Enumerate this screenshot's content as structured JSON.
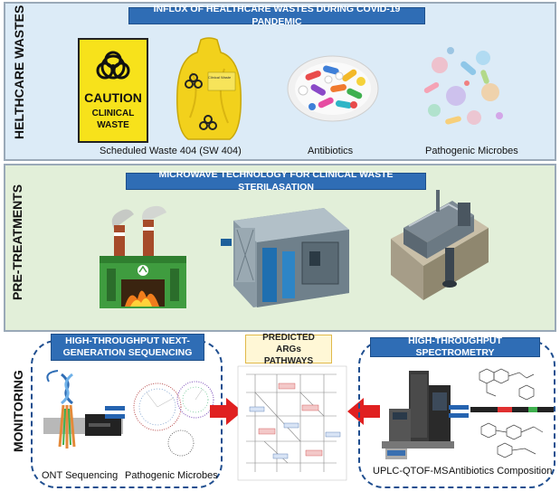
{
  "healthcare": {
    "side_label": "HELTHCARE WASTES",
    "banner": "INFLUX OF HEALTHCARE WASTES DURING COVID-19 PANDEMIC",
    "caution_title": "CAUTION",
    "caution_sub1": "CLINICAL",
    "caution_sub2": "WASTE",
    "bag_text": "Clinical Waste",
    "captions": {
      "waste": "Scheduled Waste 404 (SW 404)",
      "antibiotics": "Antibiotics",
      "microbes": "Pathogenic Microbes"
    }
  },
  "pretreatment": {
    "side_label": "PRE-TREATMENTS",
    "banner": "MICROWAVE TECHNOLOGY FOR CLINICAL WASTE STERILASATION"
  },
  "monitoring": {
    "side_label": "MONITORING",
    "ngs_banner": "HIGH-THROUGHPUT NEXT-GENERATION SEQUENCING",
    "predicted_box": "PREDICTED ARGs PATHWAYS",
    "spectro_banner": "HIGH-THROUGHPUT SPECTROMETRY",
    "captions": {
      "ont": "ONT Sequencing",
      "microbes": "Pathogenic Microbes",
      "uplc": "UPLC-QTOF-MS",
      "composition": "Antibiotics Composition"
    }
  },
  "colors": {
    "panel1_bg": "#dcebf7",
    "panel2_bg": "#e2efd9",
    "banner": "#2f6db5",
    "arrow": "#e02020",
    "dash": "#1f4e8f"
  }
}
